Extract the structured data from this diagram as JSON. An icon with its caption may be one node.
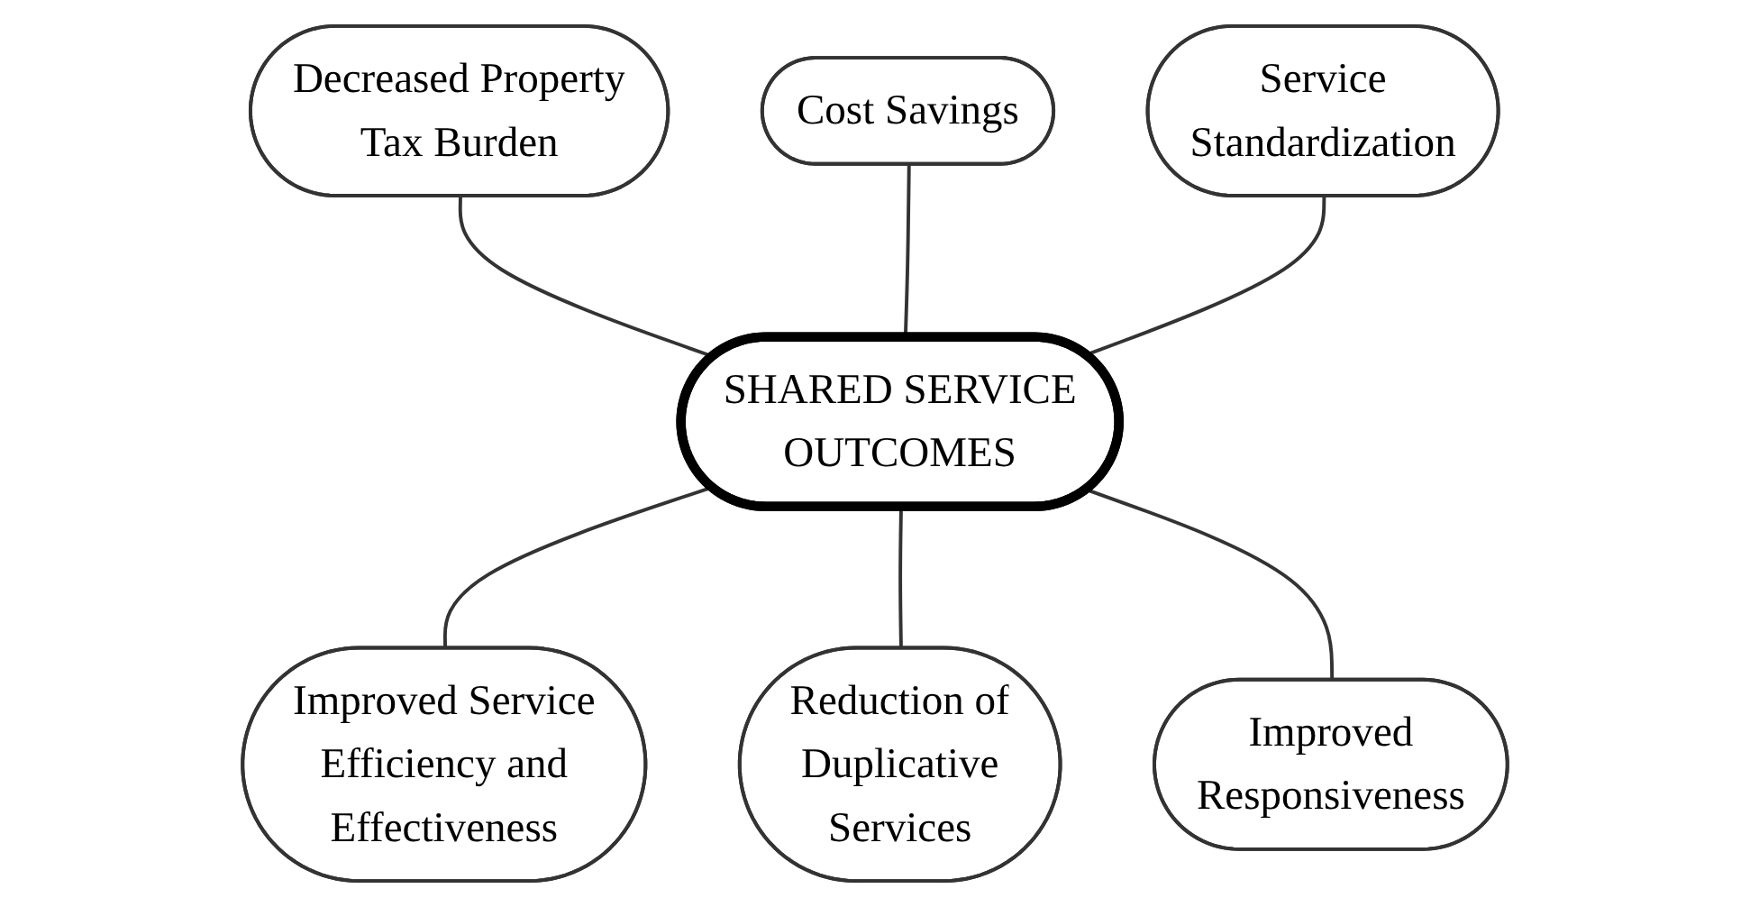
{
  "diagram": {
    "nodes": [
      {
        "text": [
          "Cost Savings"
        ]
      },
      {
        "text": [
          "Decreased Property Tax Burden"
        ]
      },
      {
        "text": [
          "Service Standardization"
        ]
      },
      {
        "text": [
          "SHARED SERVICE OUTCOMES"
        ]
      },
      {
        "text": [
          "Improved Service Efficiency and Effectiveness"
        ]
      },
      {
        "text": [
          "Improved Responsiveness"
        ]
      },
      {
        "text": [
          "Reduction of Duplicative Services"
        ]
      }
    ],
    "edges": [
      {
        "from": 1,
        "to": 3,
        "arrow": "none"
      },
      {
        "from": 0,
        "to": 3,
        "arrow": "none"
      },
      {
        "from": 2,
        "to": 3,
        "arrow": "none"
      },
      {
        "from": 3,
        "to": 4,
        "arrow": "none"
      },
      {
        "from": 3,
        "to": 6,
        "arrow": "none"
      },
      {
        "from": 3,
        "to": 5,
        "arrow": "none"
      }
    ]
  }
}
